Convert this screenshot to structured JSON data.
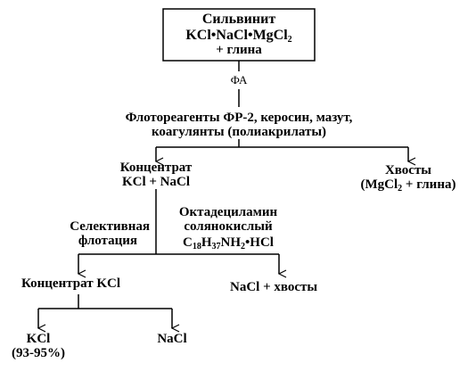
{
  "source": {
    "name": "Сильвинит",
    "formula_parts": [
      "KCl",
      "•",
      "NaCl",
      "•",
      "MgCl",
      "2"
    ],
    "extra": "+ глина"
  },
  "step1": {
    "agent": "ФА",
    "reagents_line1": "Флотореагенты ФР-2, керосин, мазут,",
    "reagents_line2": "коагулянты (полиакрилаты)"
  },
  "concentrate": {
    "line1": "Концентрат",
    "line2": "KCl + NaCl"
  },
  "tailings": {
    "line1": "Хвосты",
    "line2_parts": [
      "(MgCl",
      "2",
      " + глина)"
    ]
  },
  "step2": {
    "method_line1": "Селективная",
    "method_line2": "флотация",
    "reagent_line1": "Октадециламин",
    "reagent_line2": "солянокислый",
    "reagent_formula_parts": [
      "C",
      "18",
      "H",
      "37",
      "NH",
      "2",
      "•HCl"
    ]
  },
  "kcl_concentrate": "Концентрат KCl",
  "nacl_tailings": "NaCl + хвосты",
  "kcl_product": {
    "line1": "KCl",
    "line2": "(93-95%)"
  },
  "nacl_product": "NaCl",
  "colors": {
    "ink": "#000000",
    "background": "#ffffff"
  }
}
